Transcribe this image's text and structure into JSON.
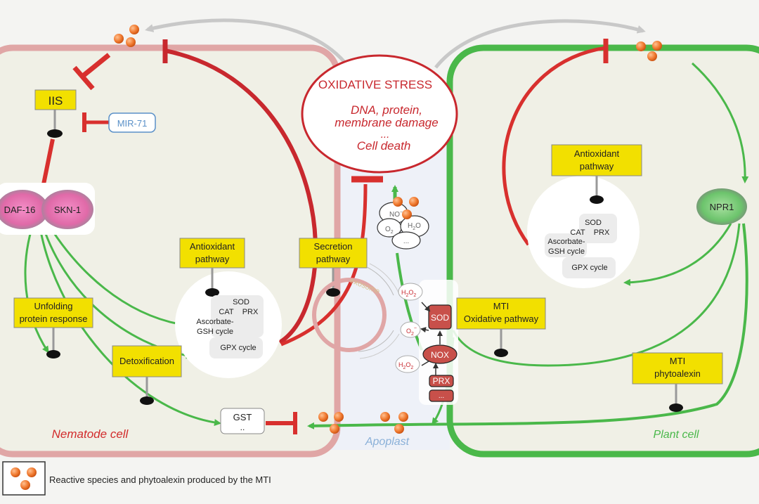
{
  "oxidative_stress": {
    "title": "OXIDATIVE STRESS",
    "line1": "DNA, protein,",
    "line2": "membrane damage",
    "line3": "...",
    "line4": "Cell death"
  },
  "nematode": {
    "cell_label": "Nematode cell",
    "iis": "IIS",
    "mir71": "MIR-71",
    "daf16": "DAF-16",
    "skn1": "SKN-1",
    "antioxidant": [
      "Antioxidant",
      "pathway"
    ],
    "secretion": [
      "Secretion",
      "pathway"
    ],
    "unfolding": [
      "Unfolding",
      "protein response"
    ],
    "detox": "Detoxification",
    "gst": "GST",
    "gst_dots": "..",
    "enzymes": {
      "sod": "SOD",
      "cat": "CAT",
      "prx": "PRX",
      "asc1": "Ascorbate-",
      "asc2": "GSH cycle",
      "gpx": "GPX cycle"
    }
  },
  "apoplast": {
    "label": "Apoplast",
    "exosome": "exosome",
    "no": "NO",
    "no_sup": "−",
    "o2": "O",
    "o2_sub": "2",
    "h2o": "H",
    "h2o_sub": "2",
    "h2o_o": "O",
    "dots": "...",
    "h2o2": "H",
    "h2o2_sub": "2",
    "h2o2_o": "O",
    "h2o2_sub2": "2",
    "o2m": "O",
    "o2m_sub": "2",
    "o2m_sup": "−",
    "sod": "SOD",
    "nox": "NOX",
    "prx": "PRX",
    "more": "..."
  },
  "plant": {
    "cell_label": "Plant cell",
    "antioxidant": [
      "Antioxidant",
      "pathway"
    ],
    "npr1": "NPR1",
    "mti_ox": [
      "MTI",
      "Oxidative pathway"
    ],
    "mti_phyto": [
      "MTI",
      "phytoalexin"
    ],
    "enzymes": {
      "sod": "SOD",
      "cat": "CAT",
      "prx": "PRX",
      "asc1": "Ascorbate-",
      "asc2": "GSH cycle",
      "gpx": "GPX cycle"
    }
  },
  "legend": {
    "text": "Reactive species and phytoalexin produced by the MTI"
  },
  "colors": {
    "red": "#d22b2b",
    "green": "#4ab84a",
    "yellow": "#f2e000",
    "orange": "#f07a30",
    "cell_fill": "#f0f0e6",
    "nematode_border": "#e0a6a6"
  }
}
